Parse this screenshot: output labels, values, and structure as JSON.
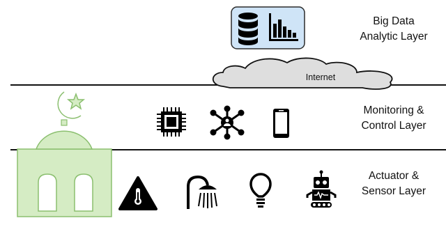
{
  "layers": {
    "big_data": {
      "line1": "Big Data",
      "line2": "Analytic Layer",
      "icons": [
        "database-icon",
        "bar-chart-icon"
      ]
    },
    "monitoring": {
      "line1": "Monitoring &",
      "line2": "Control Layer",
      "icons": [
        "chip-icon",
        "network-hub-icon",
        "smartphone-icon"
      ]
    },
    "actuator": {
      "line1": "Actuator &",
      "line2": "Sensor Layer",
      "icons": [
        "temperature-warning-icon",
        "shower-icon",
        "light-bulb-icon",
        "robot-icon"
      ]
    }
  },
  "cloud": {
    "label": "Internet"
  },
  "building": {
    "icon": "mosque-icon",
    "symbol": "crescent-star-icon"
  },
  "colors": {
    "mosque_fill": "#d5ecc4",
    "mosque_stroke": "#8bbf6f",
    "analytic_box_fill": "#cfe4f7",
    "analytic_box_stroke": "#2b2b2b",
    "cloud_fill": "#dedede",
    "line": "#111111"
  }
}
